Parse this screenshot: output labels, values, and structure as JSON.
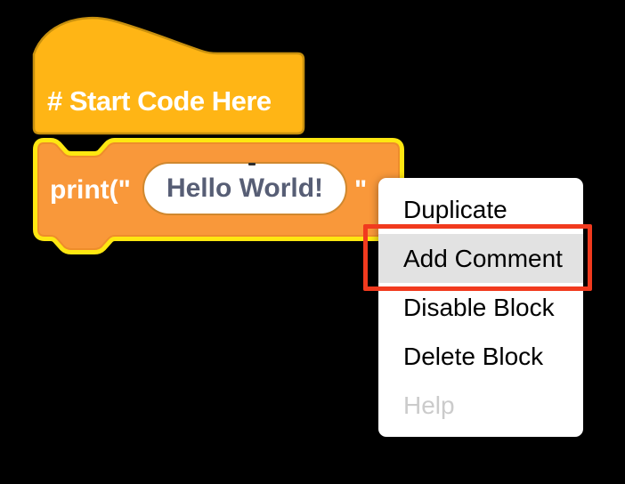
{
  "canvas": {
    "background_color": "#000000"
  },
  "workspace": {
    "hat_block": {
      "label": "# Start Code Here",
      "fill_color": "#FFB515",
      "stroke_color": "#C8900E",
      "text_color": "#FFFFFF"
    },
    "print_block": {
      "label_before_input": "print(\"",
      "label_after_input": "\"",
      "input_value": "Hello World!",
      "fill_color": "#F9983A",
      "stroke_color": "#EE8D2B",
      "selection_glow_color": "#FEE711",
      "input_text_color": "#575E75",
      "selected": true
    }
  },
  "context_menu": {
    "items": [
      {
        "label": "Duplicate",
        "enabled": true,
        "highlighted": false
      },
      {
        "label": "Add Comment",
        "enabled": true,
        "highlighted": true
      },
      {
        "label": "Disable Block",
        "enabled": true,
        "highlighted": false
      },
      {
        "label": "Delete Block",
        "enabled": true,
        "highlighted": false
      },
      {
        "label": "Help",
        "enabled": false,
        "highlighted": false
      }
    ],
    "colors": {
      "background": "#FFFFFF",
      "text": "#000000",
      "disabled_text": "#CBCBCB",
      "hover_background": "#E2E2E2"
    }
  },
  "annotation": {
    "type": "highlight-box",
    "target_item": "Add Comment",
    "color": "#F13A1E"
  }
}
